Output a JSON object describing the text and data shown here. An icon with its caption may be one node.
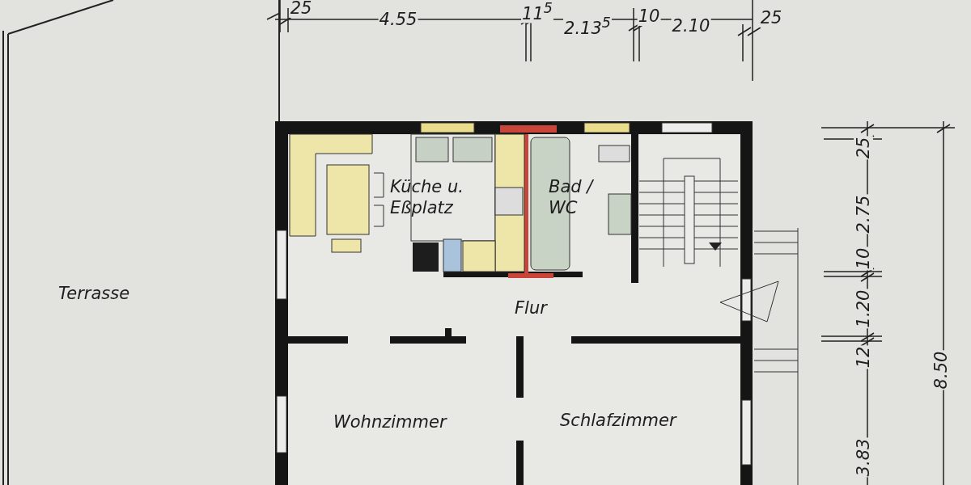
{
  "diagram": {
    "nodes": [
      {
        "text": [
          "Terrasse"
        ]
      },
      {
        "text": [
          "Küche u. Eßplatz"
        ]
      },
      {
        "text": [
          "Bad / WC"
        ]
      },
      {
        "text": [
          "Flur"
        ]
      },
      {
        "text": [
          "Wohnzimmer"
        ]
      },
      {
        "text": [
          "Schlafzimmer"
        ]
      }
    ],
    "edges": [],
    "labels": [
      "25",
      "4.55",
      "11$^{5}$",
      "2.13$^{5}$",
      "10",
      "2.10",
      "25",
      "25",
      "2.75",
      "10",
      "1.20",
      "12",
      "3.83",
      "8.50"
    ]
  }
}
